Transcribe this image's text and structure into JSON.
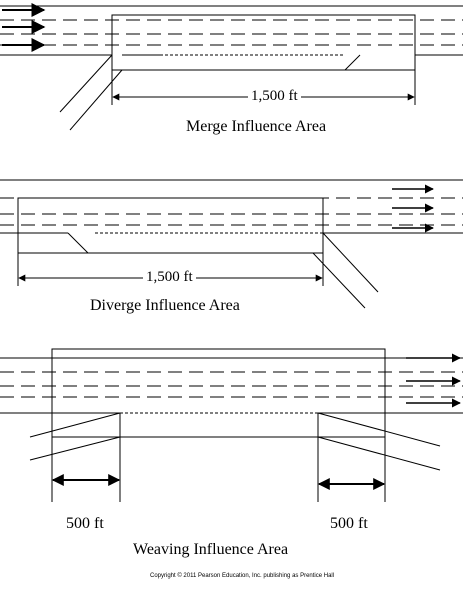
{
  "diagrams": {
    "merge": {
      "caption": "Merge Influence Area",
      "dimension": "1,500 ft"
    },
    "diverge": {
      "caption": "Diverge Influence Area",
      "dimension": "1,500 ft"
    },
    "weaving": {
      "caption": "Weaving Influence Area",
      "dimension_left": "500 ft",
      "dimension_right": "500 ft"
    }
  },
  "copyright": "Copyright © 2011 Pearson Education, Inc. publishing as Prentice Hall"
}
